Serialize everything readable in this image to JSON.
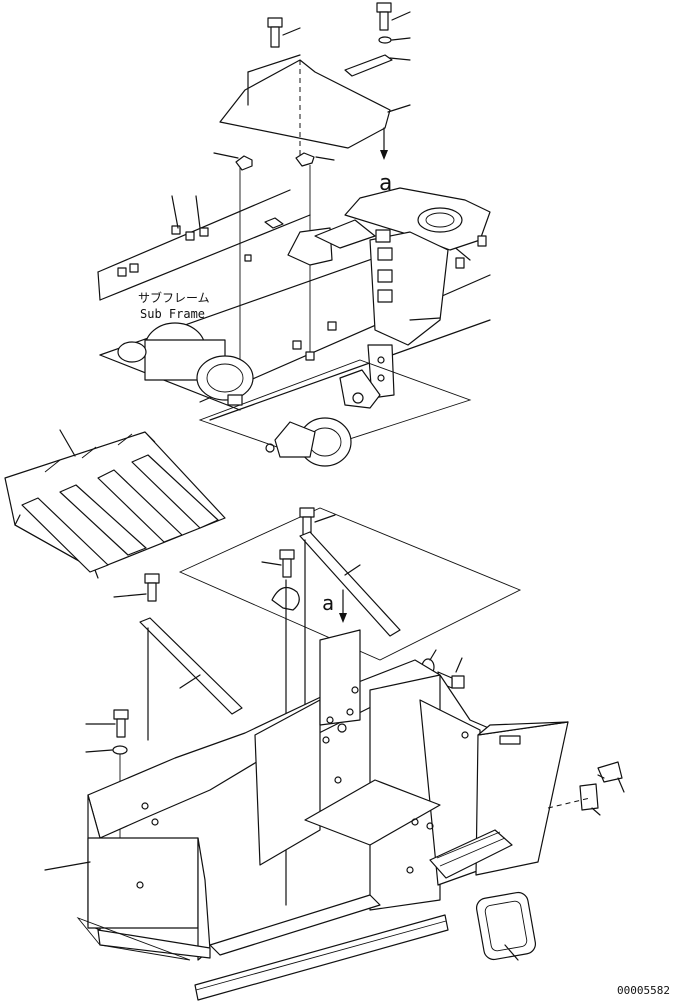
{
  "diagram": {
    "arrow_label": "a",
    "sub_frame_label_jp": "サブフレーム",
    "sub_frame_label_en": "Sub Frame",
    "drawing_number": "00005582"
  },
  "colors": {
    "line": "#111111",
    "background": "#ffffff"
  }
}
